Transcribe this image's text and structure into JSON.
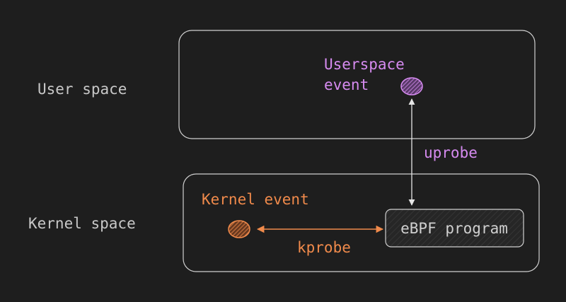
{
  "labels": {
    "user_space": "User space",
    "kernel_space": "Kernel space"
  },
  "events": {
    "userspace_event_line1": "Userspace",
    "userspace_event_line2": "event",
    "kernel_event": "Kernel event"
  },
  "program": {
    "label": "eBPF program"
  },
  "links": {
    "uprobe": "uprobe",
    "kprobe": "kprobe"
  },
  "colors": {
    "background": "#1e1e1e",
    "box_stroke": "#d0d0d0",
    "label_text": "#c8c8c8",
    "userspace_accent": "#d68bf0",
    "kernel_accent": "#f08a4b",
    "program_fill": "#2b2b2b",
    "program_text": "#d0d0d0",
    "arrow_white": "#e6e6e6"
  }
}
